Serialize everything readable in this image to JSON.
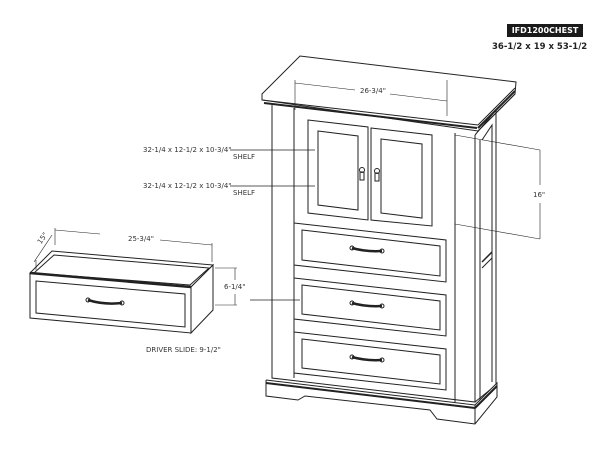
{
  "header": {
    "model": "IFD1200CHEST",
    "overall_dimensions": "36-1/2 x 19 x 53-1/2"
  },
  "chest": {
    "top_width": "26-3/4\"",
    "side_height": "16\"",
    "shelves": [
      {
        "dimensions": "32-1/4 x 12-1/2 x 10-3/4\"",
        "label": "SHELF"
      },
      {
        "dimensions": "32-1/4 x 12-1/2 x 10-3/4\"",
        "label": "SHELF"
      }
    ],
    "doors": 2,
    "drawers": 3
  },
  "drawer_detail": {
    "depth": "15\"",
    "width": "25-3/4\"",
    "height": "6-1/4\"",
    "slide_note": "DRIVER SLIDE: 9-1/2\""
  },
  "colors": {
    "line": "#222222",
    "badge_bg": "#1a1a1a",
    "badge_text": "#ffffff"
  }
}
